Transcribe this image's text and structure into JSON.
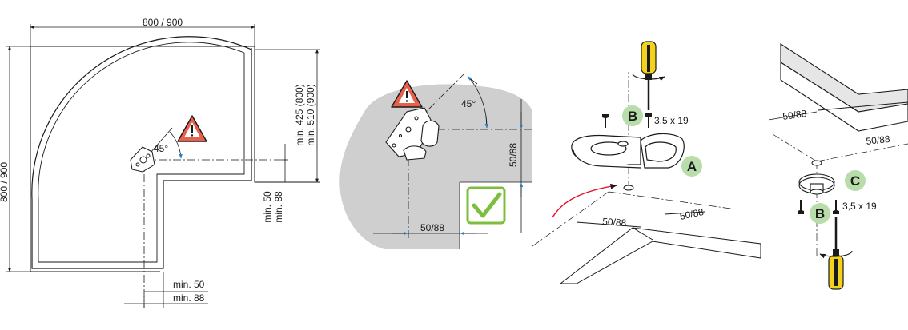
{
  "panel1": {
    "width_dim": "800 / 900",
    "height_dim": "800 / 900",
    "angle": "45°",
    "vert_min_a": "min. 425 (800)",
    "vert_min_b": "min. 510 (900)",
    "side_min_a": "min. 50",
    "side_min_b": "min. 88",
    "bottom_min_a": "min. 50",
    "bottom_min_b": "min. 88"
  },
  "panel2": {
    "angle": "45°",
    "vert_dim": "50/88",
    "horiz_dim": "50/88"
  },
  "panel3": {
    "label_b": "B",
    "label_a": "A",
    "screw_spec": "3,5 x 19",
    "dim_left": "50/88",
    "dim_right": "50/88"
  },
  "panel4": {
    "label_c": "C",
    "label_b": "B",
    "screw_spec": "3,5 x 19",
    "dim_left": "50/88",
    "dim_right": "50/88"
  },
  "colors": {
    "warning_fill": "#e8604c",
    "check_green": "#7cbf3e",
    "label_circle": "#b9dcab",
    "shelf_gray": "#cfcfcf",
    "arrow_red": "#e8102a",
    "arrow_blue": "#2a7fc1",
    "screwdriver_yellow": "#f2d21a"
  }
}
